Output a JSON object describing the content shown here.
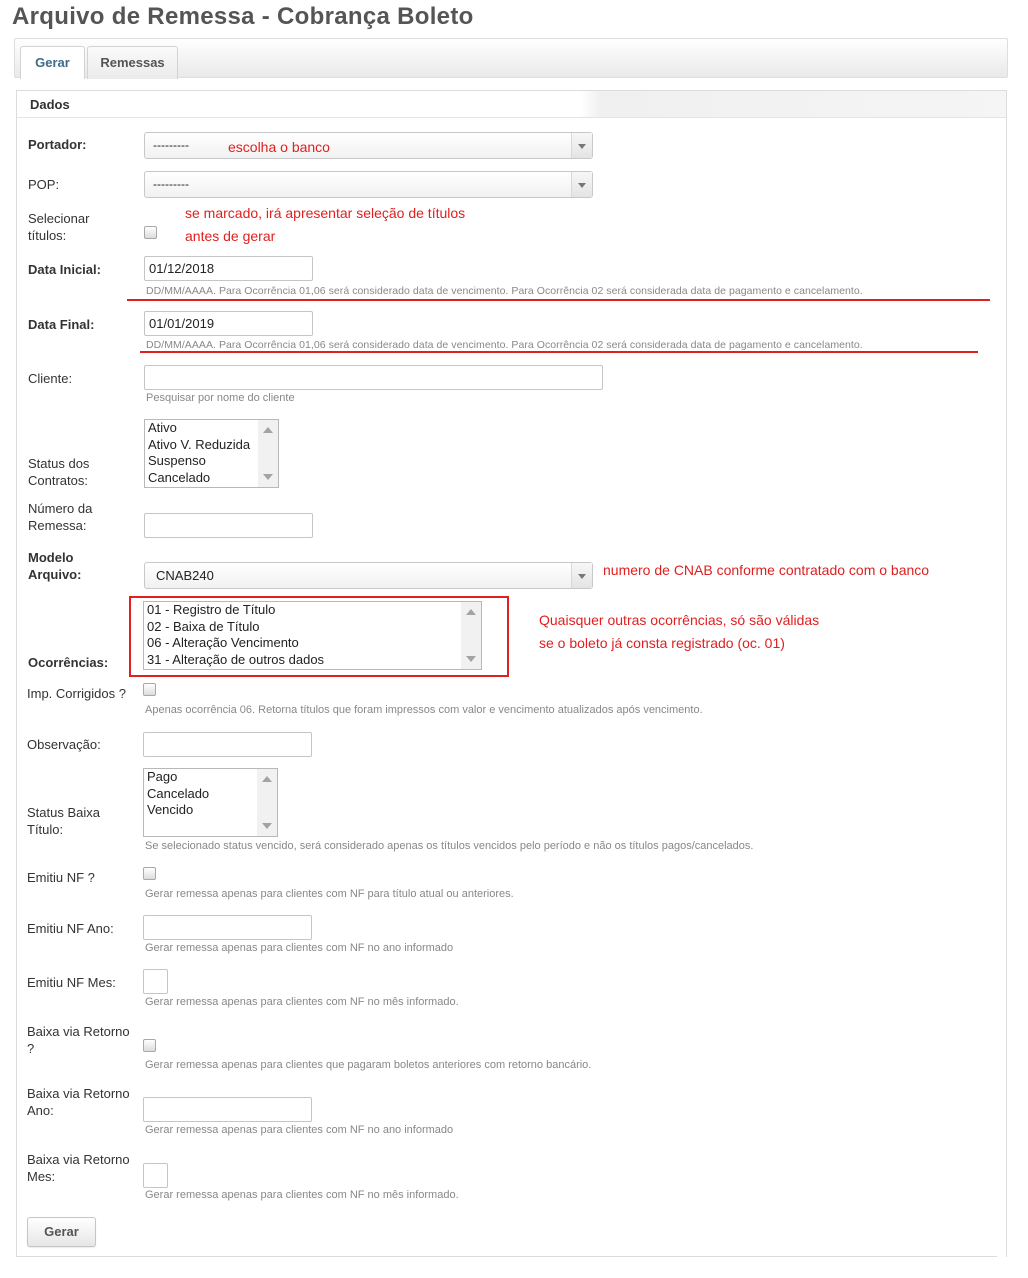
{
  "page": {
    "title": "Arquivo de Remessa - Cobrança Boleto"
  },
  "tabs": [
    {
      "label": "Gerar",
      "active": true
    },
    {
      "label": "Remessas",
      "active": false
    }
  ],
  "panel": {
    "title": "Dados"
  },
  "form": {
    "portador": {
      "label": "Portador:",
      "value": "---------"
    },
    "pop": {
      "label": "POP:",
      "value": "---------"
    },
    "selecionar_titulos": {
      "label_line1": "Selecionar",
      "label_line2": "títulos:",
      "checked": false
    },
    "data_inicial": {
      "label": "Data Inicial:",
      "value": "01/12/2018",
      "hint": "DD/MM/AAAA. Para Ocorrência 01,06 será considerado data de vencimento. Para Ocorrência 02 será considerada data de pagamento e cancelamento."
    },
    "data_final": {
      "label": "Data Final:",
      "value": "01/01/2019",
      "hint": "DD/MM/AAAA. Para Ocorrência 01,06 será considerado data de vencimento. Para Ocorrência 02 será considerada data de pagamento e cancelamento."
    },
    "cliente": {
      "label": "Cliente:",
      "value": "",
      "hint": "Pesquisar por nome do cliente"
    },
    "status_contratos": {
      "label_line1": "Status dos",
      "label_line2": "Contratos:",
      "options": [
        "Ativo",
        "Ativo V. Reduzida",
        "Suspenso",
        "Cancelado"
      ]
    },
    "numero_remessa": {
      "label_line1": "Número da",
      "label_line2": "Remessa:",
      "value": ""
    },
    "modelo_arquivo": {
      "label_line1": "Modelo",
      "label_line2": "Arquivo:",
      "value": "CNAB240"
    },
    "ocorrencias": {
      "label": "Ocorrências:",
      "options": [
        "01 - Registro de Título",
        "02 - Baixa de Título",
        "06 - Alteração Vencimento",
        "31 - Alteração de outros dados"
      ]
    },
    "imp_corrigidos": {
      "label": "Imp. Corrigidos ?",
      "checked": false,
      "hint": "Apenas ocorrência 06. Retorna títulos que foram impressos com valor e vencimento atualizados após vencimento."
    },
    "observacao": {
      "label": "Observação:",
      "value": ""
    },
    "status_baixa": {
      "label_line1": "Status Baixa",
      "label_line2": "Título:",
      "options": [
        "Pago",
        "Cancelado",
        "Vencido"
      ],
      "hint": "Se selecionado status vencido, será considerado apenas os títulos vencidos pelo período e não os títulos pagos/cancelados."
    },
    "emitiu_nf": {
      "label": "Emitiu NF ?",
      "checked": false,
      "hint": "Gerar remessa apenas para clientes com NF para título atual ou anteriores."
    },
    "emitiu_nf_ano": {
      "label": "Emitiu NF Ano:",
      "value": "",
      "hint": "Gerar remessa apenas para clientes com NF no ano informado"
    },
    "emitiu_nf_mes": {
      "label": "Emitiu NF Mes:",
      "value": "",
      "hint": "Gerar remessa apenas para clientes com NF no mês informado."
    },
    "baixa_retorno": {
      "label_line1": "Baixa via Retorno",
      "label_line2": "?",
      "checked": false,
      "hint": "Gerar remessa apenas para clientes que pagaram boletos anteriores com retorno bancário."
    },
    "baixa_retorno_ano": {
      "label_line1": "Baixa via Retorno",
      "label_line2": "Ano:",
      "value": "",
      "hint": "Gerar remessa apenas para clientes com NF no ano informado"
    },
    "baixa_retorno_mes": {
      "label_line1": "Baixa via Retorno",
      "label_line2": "Mes:",
      "value": "",
      "hint": "Gerar remessa apenas para clientes com NF no mês informado."
    },
    "submit_label": "Gerar"
  },
  "annotations": {
    "portador": "escolha o banco",
    "selecionar_line1": "se marcado, irá apresentar seleção de títulos",
    "selecionar_line2": "antes de gerar",
    "modelo": "numero de CNAB conforme contratado com o banco",
    "ocorrencias_line1": "Quaisquer outras ocorrências, só são válidas",
    "ocorrencias_line2": "se o boleto já consta registrado (oc. 01)"
  },
  "colors": {
    "annotation": "#e02020",
    "active_tab_text": "#3d6b87",
    "title": "#555555"
  }
}
